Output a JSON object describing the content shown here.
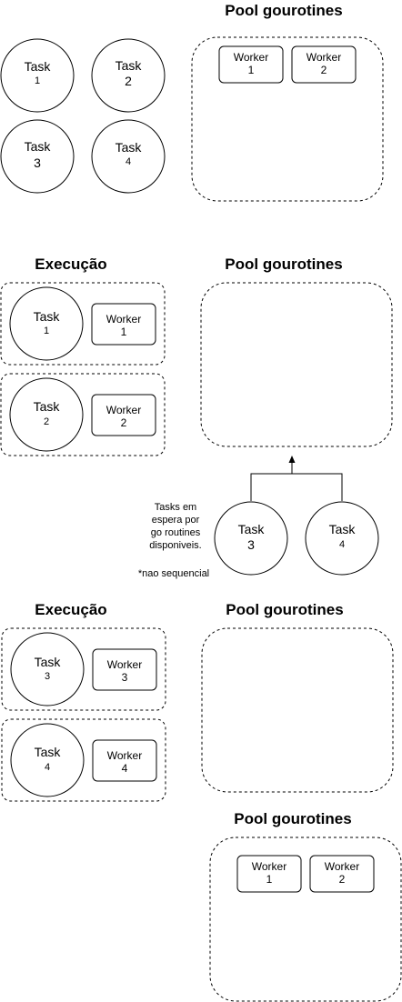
{
  "section1": {
    "pool_title": "Pool gourotines",
    "tasks": [
      {
        "label": "Task",
        "num": "1"
      },
      {
        "label": "Task",
        "num": "2"
      },
      {
        "label": "Task",
        "num": "3"
      },
      {
        "label": "Task",
        "num": "4"
      }
    ],
    "workers": [
      {
        "label": "Worker",
        "num": "1"
      },
      {
        "label": "Worker",
        "num": "2"
      }
    ]
  },
  "section2": {
    "exec_title": "Execução",
    "pool_title": "Pool gourotines",
    "exec_rows": [
      {
        "task_label": "Task",
        "task_num": "1",
        "worker_label": "Worker",
        "worker_num": "1"
      },
      {
        "task_label": "Task",
        "task_num": "2",
        "worker_label": "Worker",
        "worker_num": "2"
      }
    ],
    "waiting_tasks": [
      {
        "label": "Task",
        "num": "3"
      },
      {
        "label": "Task",
        "num": "4"
      }
    ],
    "note_lines": [
      "Tasks em",
      "espera por",
      "go routines",
      "disponiveis."
    ],
    "footnote": "*nao sequencial"
  },
  "section3": {
    "exec_title": "Execução",
    "pool_title": "Pool gourotines",
    "exec_rows": [
      {
        "task_label": "Task",
        "task_num": "3",
        "worker_label": "Worker",
        "worker_num": "3"
      },
      {
        "task_label": "Task",
        "task_num": "4",
        "worker_label": "Worker",
        "worker_num": "4"
      }
    ]
  },
  "section4": {
    "pool_title": "Pool gourotines",
    "workers": [
      {
        "label": "Worker",
        "num": "1"
      },
      {
        "label": "Worker",
        "num": "2"
      }
    ]
  }
}
